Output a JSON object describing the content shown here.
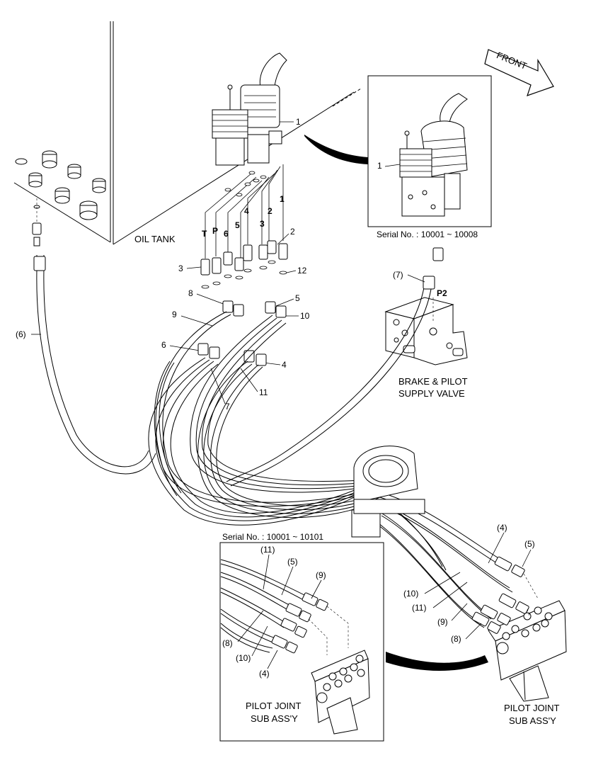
{
  "front_label": "FRONT",
  "oil_tank_label": "OIL TANK",
  "inset_top": {
    "serial": "Serial No. : 10001 ~ 10008",
    "callout": "1"
  },
  "inset_bottom": {
    "serial": "Serial No. : 10001 ~ 10101",
    "caption_line1": "PILOT JOINT",
    "caption_line2": "SUB ASS'Y",
    "callouts": [
      "(11)",
      "(5)",
      "(9)",
      "(8)",
      "(10)",
      "(4)"
    ]
  },
  "brake_valve": {
    "line1": "BRAKE & PILOT",
    "line2": "SUPPLY VALVE",
    "port": "P2",
    "hose_callout": "(7)"
  },
  "pilot_joint": {
    "line1": "PILOT JOINT",
    "line2": "SUB ASS'Y",
    "callouts": [
      "(4)",
      "(5)",
      "(10)",
      "(11)",
      "(9)",
      "(8)"
    ]
  },
  "port_letters": [
    "T",
    "P",
    "6",
    "5",
    "4",
    "3",
    "2",
    "1"
  ],
  "main_callouts": [
    "1",
    "2",
    "3",
    "12",
    "8",
    "5",
    "9",
    "10",
    "6",
    "4",
    "11",
    "7",
    "(6)"
  ],
  "colors": {
    "line": "#000000",
    "background": "#ffffff"
  }
}
